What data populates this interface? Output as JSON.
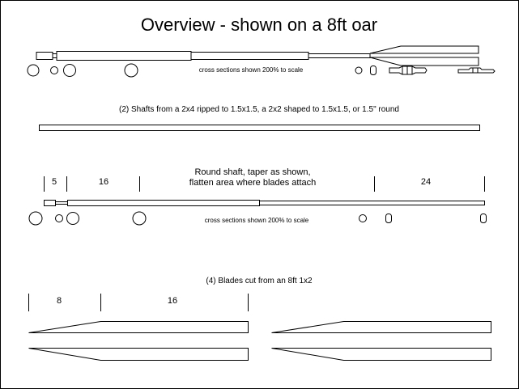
{
  "title": "Overview - shown on a 8ft oar",
  "overview": {
    "note": "cross sections shown 200% to scale"
  },
  "shafts": {
    "caption": "(2) Shafts from a 2x4 ripped to 1.5x1.5, a 2x2 shaped to 1.5x1.5, or 1.5\" round"
  },
  "round_shaft": {
    "caption_line1": "Round shaft, taper as shown,",
    "caption_line2": "flatten area where blades attach",
    "dims": [
      "5",
      "16",
      "24"
    ],
    "note": "cross sections shown 200% to scale"
  },
  "blades": {
    "caption": "(4) Blades cut from an 8ft 1x2",
    "dims": [
      "8",
      "16"
    ]
  }
}
